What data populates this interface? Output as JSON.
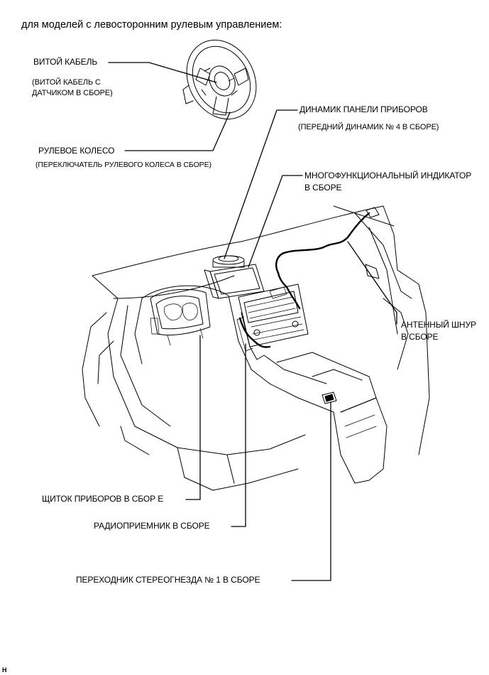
{
  "heading": "для моделей с левосторонним рулевым управлением:",
  "figure_code": "H",
  "labels": {
    "spiral_cable": "ВИТОЙ КАБЕЛЬ",
    "spiral_cable_sub_1": "(ВИТОЙ КАБЕЛЬ С",
    "spiral_cable_sub_2": "ДАТЧИКОМ В СБОРЕ)",
    "steering_wheel": "РУЛЕВОЕ КОЛЕСО",
    "steering_wheel_sub": "(ПЕРЕКЛЮЧАТЕЛЬ РУЛЕВОГО КОЛЕСА В СБОРЕ)",
    "panel_speaker": "ДИНАМИК ПАНЕЛИ ПРИБОРОВ",
    "panel_speaker_sub": "(ПЕРЕДНИЙ ДИНАМИК № 4 В СБОРЕ)",
    "multi_display_1": "МНОГОФУНКЦИОНАЛЬНЫЙ ИНДИКАТОР",
    "multi_display_2": "В СБОРЕ",
    "antenna_cord_1": "АНТЕННЫЙ ШНУР",
    "antenna_cord_2": "В СБОРЕ",
    "combination_meter": "ЩИТОК ПРИБОРОВ В СБОР Е",
    "radio_receiver": "РАДИОПРИЕМНИК В СБОРЕ",
    "stereo_jack": "ПЕРЕХОДНИК СТЕРЕОГНЕЗДА № 1 В СБОРЕ"
  }
}
